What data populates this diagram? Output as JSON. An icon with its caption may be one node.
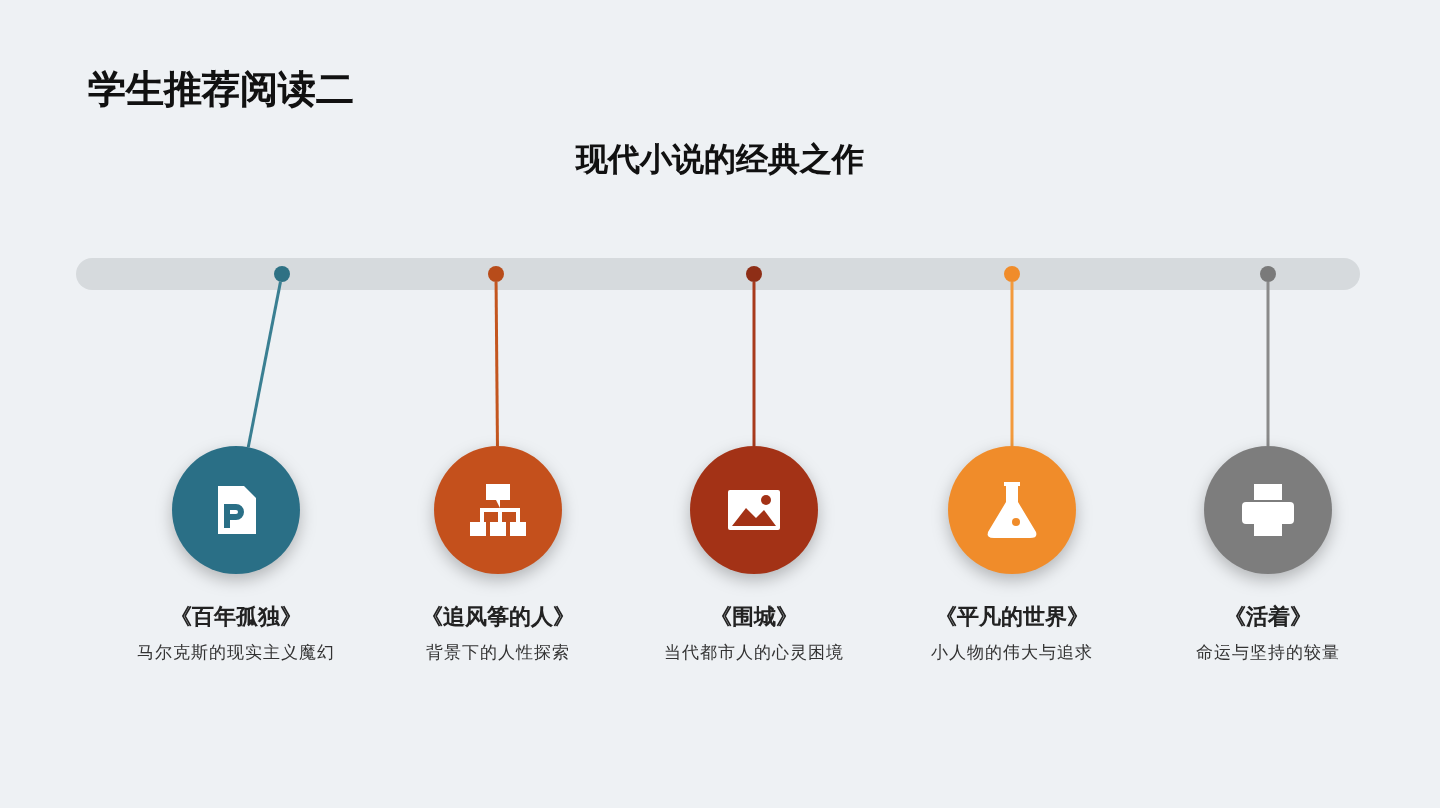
{
  "diagram": {
    "title": "学生推荐阅读二",
    "nodes": [
      {
        "text": [],
        "shape": "circle"
      },
      {
        "text": [],
        "shape": "circle"
      },
      {
        "text": [],
        "shape": "circle"
      },
      {
        "text": [],
        "shape": "circle"
      },
      {
        "text": [],
        "shape": "circle"
      },
      {
        "text": [
          "《百年孤独》",
          "马尔克斯的现实主义魔幻"
        ]
      },
      {
        "text": [
          "《追风筝的人》",
          "背景下的人性探索"
        ]
      },
      {
        "text": [
          "《围城》",
          "当代都市人的心灵困境"
        ]
      },
      {
        "text": [
          "《平凡的世界》",
          "小人物的伟大与追求"
        ]
      },
      {
        "text": [
          "《活着》",
          "命运与坚持的较量"
        ]
      }
    ],
    "edges": [
      {
        "from": 0,
        "to": 5,
        "arrow": "none",
        "color": "#3a7f92"
      },
      {
        "from": 1,
        "to": 6,
        "arrow": "none",
        "color": "#c4561f"
      },
      {
        "from": 2,
        "to": 7,
        "arrow": "none",
        "color": "#a83a1c"
      },
      {
        "from": 3,
        "to": 8,
        "arrow": "none",
        "color": "#f39a3c"
      },
      {
        "from": 4,
        "to": 9,
        "arrow": "none",
        "color": "#8a8a8a"
      }
    ],
    "labels": [
      "现代小说的经典之作"
    ]
  }
}
